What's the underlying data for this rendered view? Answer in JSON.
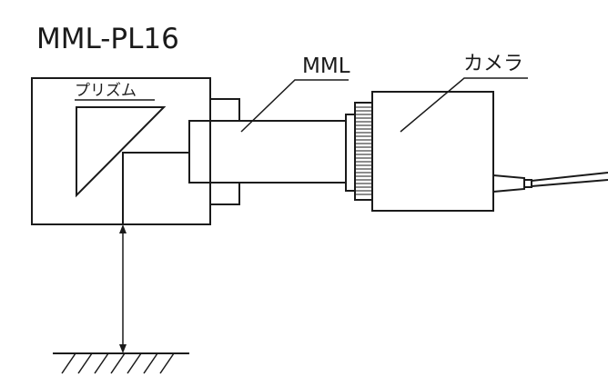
{
  "title": "MML-PL16",
  "labels": {
    "prism": "プリズム",
    "mml": "MML",
    "camera": "カメラ"
  },
  "colors": {
    "line": "#1a1a1a",
    "background": "#ffffff"
  }
}
